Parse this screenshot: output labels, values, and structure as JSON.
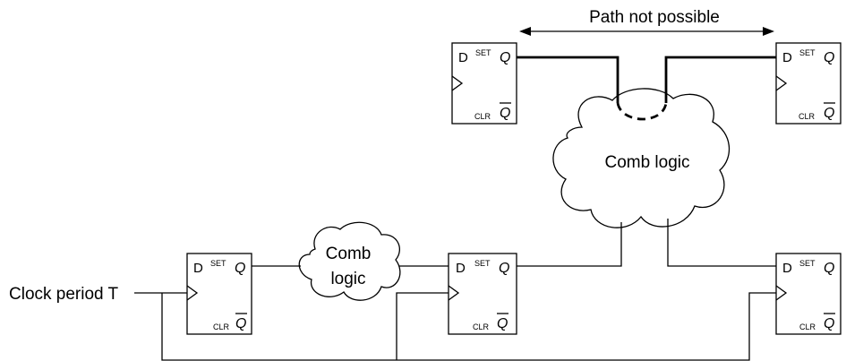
{
  "annotation": {
    "text": "Path not possible"
  },
  "clock": {
    "label": "Clock period T"
  },
  "cloud_large": {
    "label": "Comb logic"
  },
  "cloud_small": {
    "line1": "Comb",
    "line2": "logic"
  },
  "flipflop": {
    "d": "D",
    "set": "SET",
    "q": "Q",
    "qbar": "Q",
    "clr": "CLR"
  }
}
